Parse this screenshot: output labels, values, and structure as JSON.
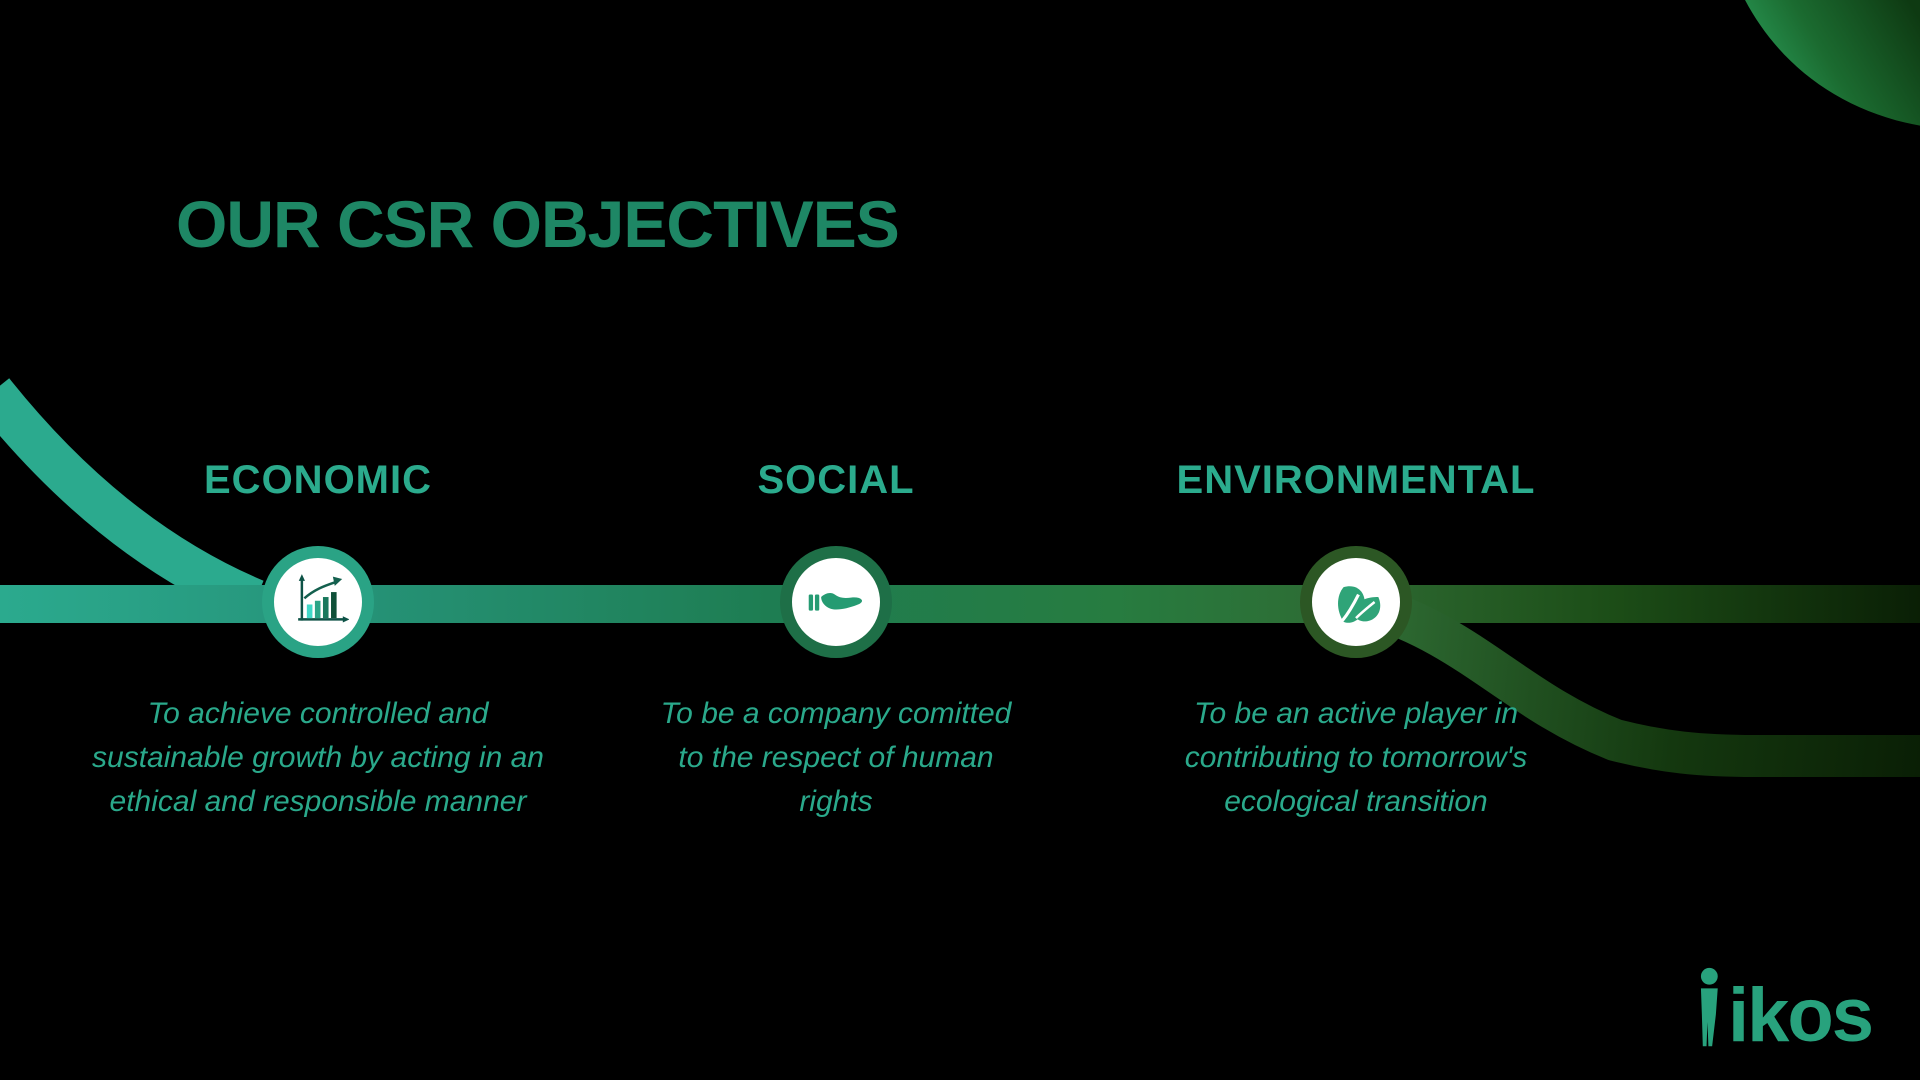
{
  "slide": {
    "title": "OUR CSR OBJECTIVES",
    "background_color": "#000000",
    "title_color": "#1E8765"
  },
  "sections": [
    {
      "label": "ECONOMIC",
      "icon": "bar-chart-icon",
      "ring_color": "#2AA385",
      "description_lines": [
        "To achieve controlled and",
        "sustainable growth by acting in an",
        "ethical and responsible manner"
      ]
    },
    {
      "label": "SOCIAL",
      "icon": "hand-icon",
      "ring_color": "#1E6F47",
      "description_lines": [
        "To be a company comitted",
        "to the respect of human",
        "rights"
      ]
    },
    {
      "label": "ENVIRONMENTAL",
      "icon": "leaves-icon",
      "ring_color": "#2C5724",
      "description_lines": [
        "To be an active player in",
        "contributing to tomorrow's",
        "ecological transition"
      ]
    }
  ],
  "colors": {
    "header_text": "#2BAB8D",
    "description_text": "#2AA98B",
    "ribbon_start": "#2BAA8E",
    "ribbon_mid": "#1E7D52",
    "ribbon_forest": "#2E6B33",
    "ribbon_end": "#0A1F05",
    "bar_cyan": "#41D8C8",
    "bar_teal": "#2BA487",
    "bar_green": "#18785C",
    "bar_dark": "#0F5038",
    "logo_green": "#28A27D"
  },
  "logo": {
    "text": "ikos"
  }
}
